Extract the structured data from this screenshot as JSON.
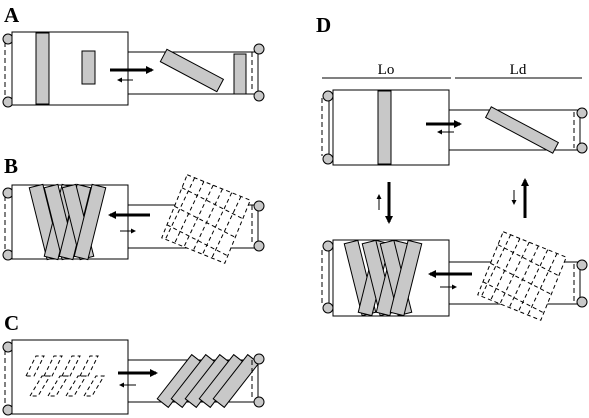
{
  "panels": {
    "a": {
      "label": "A"
    },
    "b": {
      "label": "B"
    },
    "c": {
      "label": "C"
    },
    "d": {
      "label": "D",
      "lo_label": "Lo",
      "ld_label": "Ld"
    }
  },
  "colors": {
    "fill": "#c8c8c8",
    "stroke": "#000000",
    "background": "#ffffff"
  }
}
